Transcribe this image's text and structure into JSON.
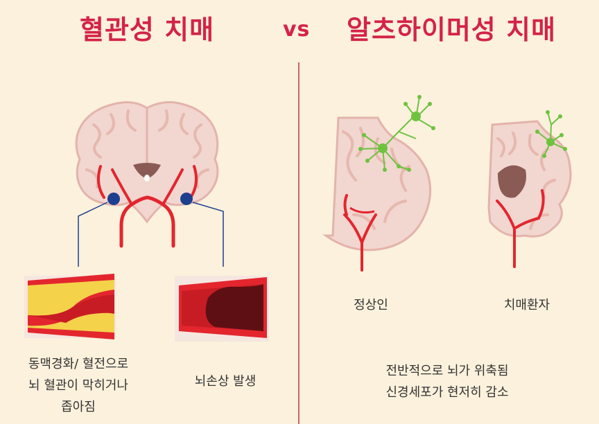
{
  "header": {
    "left_title": "혈관성 치매",
    "vs": "vs",
    "right_title": "알츠하이머성 치매"
  },
  "left": {
    "caption_1": [
      "동맥경화/ 혈전으로",
      "뇌 혈관이 막히거나",
      "좁아짐"
    ],
    "caption_2": "뇌손상 발생"
  },
  "right": {
    "brain_normal_label": "정상인",
    "brain_patient_label": "치매환자",
    "caption": [
      "전반적으로 뇌가 위축됨",
      "신경세포가 현저히 감소"
    ]
  },
  "colors": {
    "title": "#d42248",
    "background": "#fbf1dc",
    "brain": "#f2d6d0",
    "brain_outline": "#e3b3ab",
    "vessel": "#e3262e",
    "blockage_dot": "#1d3f8f",
    "neuron": "#6ec23f"
  }
}
